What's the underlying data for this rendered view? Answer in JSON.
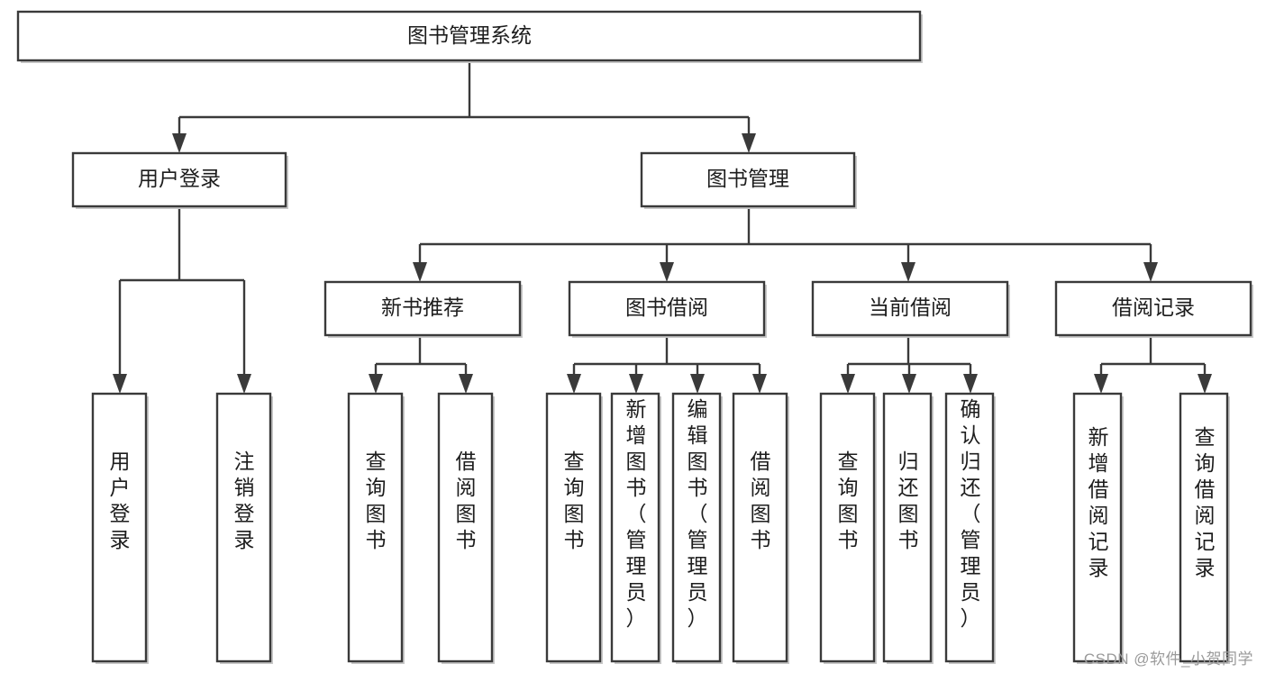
{
  "diagram": {
    "title": "图书管理系统",
    "type": "tree-hierarchy-chart",
    "watermark": "CSDN @软件_小贺同学",
    "colors": {
      "box_fill": "#ffffff",
      "box_stroke": "#3a3a3a",
      "text": "#1d1d1d",
      "background": "#ffffff",
      "watermark": "#9a9a9a"
    },
    "levels": [
      {
        "level": 1,
        "nodes": [
          {
            "id": "root",
            "label": "图书管理系统",
            "orientation": "horizontal"
          }
        ]
      },
      {
        "level": 2,
        "nodes": [
          {
            "id": "login",
            "label": "用户登录",
            "orientation": "horizontal",
            "parent": "root"
          },
          {
            "id": "bookmgmt",
            "label": "图书管理",
            "orientation": "horizontal",
            "parent": "root"
          }
        ]
      },
      {
        "level": 3,
        "nodes": [
          {
            "id": "newbook",
            "label": "新书推荐",
            "orientation": "horizontal",
            "parent": "bookmgmt"
          },
          {
            "id": "borrow",
            "label": "图书借阅",
            "orientation": "horizontal",
            "parent": "bookmgmt"
          },
          {
            "id": "current",
            "label": "当前借阅",
            "orientation": "horizontal",
            "parent": "bookmgmt"
          },
          {
            "id": "records",
            "label": "借阅记录",
            "orientation": "horizontal",
            "parent": "bookmgmt"
          }
        ]
      },
      {
        "level": 4,
        "nodes": [
          {
            "id": "leaf1",
            "label": "用户登录",
            "orientation": "vertical",
            "parent": "login"
          },
          {
            "id": "leaf2",
            "label": "注销登录",
            "orientation": "vertical",
            "parent": "login"
          },
          {
            "id": "leaf3",
            "label": "查询图书",
            "orientation": "vertical",
            "parent": "newbook"
          },
          {
            "id": "leaf4",
            "label": "借阅图书",
            "orientation": "vertical",
            "parent": "newbook"
          },
          {
            "id": "leaf5",
            "label": "查询图书",
            "orientation": "vertical",
            "parent": "borrow"
          },
          {
            "id": "leaf6",
            "label": "新增图书（管理员）",
            "orientation": "vertical",
            "parent": "borrow"
          },
          {
            "id": "leaf7",
            "label": "编辑图书（管理员）",
            "orientation": "vertical",
            "parent": "borrow"
          },
          {
            "id": "leaf8",
            "label": "借阅图书",
            "orientation": "vertical",
            "parent": "borrow"
          },
          {
            "id": "leaf9",
            "label": "查询图书",
            "orientation": "vertical",
            "parent": "current"
          },
          {
            "id": "leaf10",
            "label": "归还图书",
            "orientation": "vertical",
            "parent": "current"
          },
          {
            "id": "leaf11",
            "label": "确认归还（管理员）",
            "orientation": "vertical",
            "parent": "current"
          },
          {
            "id": "leaf12",
            "label": "新增借阅记录",
            "orientation": "vertical",
            "parent": "records"
          },
          {
            "id": "leaf13",
            "label": "查询借阅记录",
            "orientation": "vertical",
            "parent": "records"
          }
        ]
      }
    ]
  }
}
